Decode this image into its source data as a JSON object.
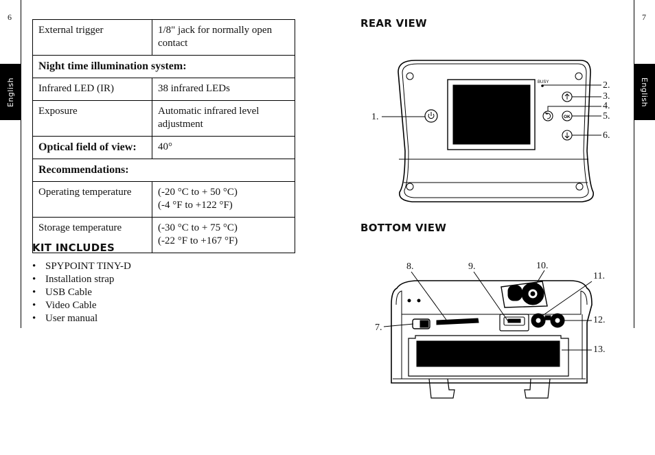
{
  "page_left_number": "6",
  "page_right_number": "7",
  "side_tab_label": "English",
  "spec_table": {
    "external_trigger": {
      "label": "External trigger",
      "value": "1/8\" jack for normally open contact"
    },
    "night_heading": "Night time illumination system:",
    "infrared": {
      "label": "Infrared LED (IR)",
      "value": "38 infrared LEDs"
    },
    "exposure": {
      "label": "Exposure",
      "value": "Automatic infrared level adjustment"
    },
    "optical": {
      "label": "Optical field of view:",
      "value": "40°"
    },
    "recommendations_heading": "Recommendations:",
    "operating": {
      "label": "Operating temperature",
      "line1": "(-20 °C to + 50 °C)",
      "line2": "(-4 °F to +122 °F)"
    },
    "storage": {
      "label": "Storage temperature",
      "line1": "(-30 °C to + 75 °C)",
      "line2": "(-22 °F to +167 °F)"
    }
  },
  "kit": {
    "heading": "KIT INCLUDES",
    "items": [
      "SPYPOINT TINY-D",
      "Installation strap",
      "USB Cable",
      "Video Cable",
      "User manual"
    ]
  },
  "rear_view": {
    "heading": "REAR VIEW",
    "busy_label": "BUSY",
    "ok_label": "OK",
    "callouts": [
      "1.",
      "2.",
      "3.",
      "4.",
      "5.",
      "6."
    ]
  },
  "bottom_view": {
    "heading": "BOTTOM VIEW",
    "callouts": [
      "7.",
      "8.",
      "9.",
      "10.",
      "11.",
      "12.",
      "13."
    ]
  }
}
